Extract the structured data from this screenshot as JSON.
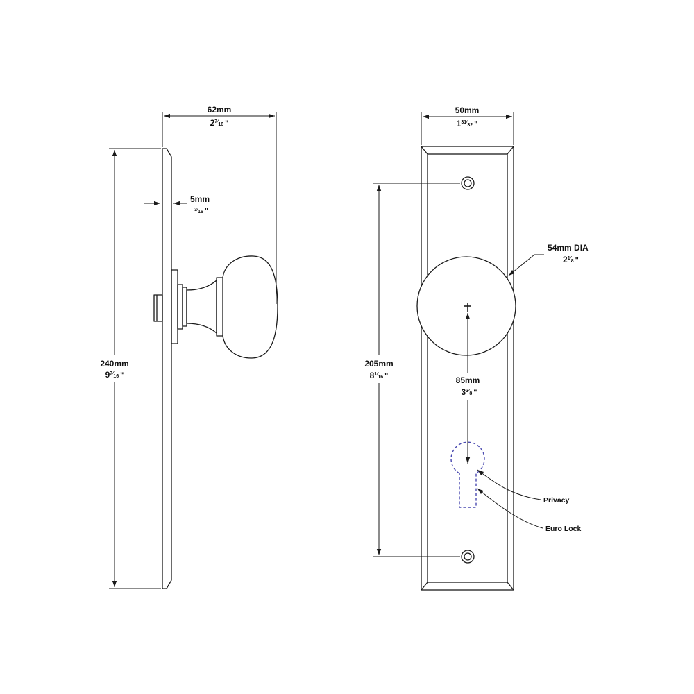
{
  "colors": {
    "line": "#1a1a1a",
    "dashed_outline": "#4a4ab0",
    "background": "#ffffff"
  },
  "side_view": {
    "width_dim": {
      "mm": "62mm",
      "inch_whole": "2",
      "inch_num": "7",
      "inch_den": "16",
      "inch_mark": "\""
    },
    "thickness_dim": {
      "mm": "5mm",
      "inch_num": "3",
      "inch_den": "16",
      "inch_mark": "\""
    },
    "height_dim": {
      "mm": "240mm",
      "inch_whole": "9",
      "inch_num": "7",
      "inch_den": "16",
      "inch_mark": "\""
    }
  },
  "front_view": {
    "width_dim": {
      "mm": "50mm",
      "inch_whole": "1",
      "inch_num": "31",
      "inch_den": "32",
      "inch_mark": "\""
    },
    "fixing_dim": {
      "mm": "205mm",
      "inch_whole": "8",
      "inch_num": "1",
      "inch_den": "16",
      "inch_mark": "\""
    },
    "knob_dim": {
      "mm": "54mm DIA",
      "inch_whole": "2",
      "inch_num": "1",
      "inch_den": "8",
      "inch_mark": "\""
    },
    "centre_dim": {
      "mm": "85mm",
      "inch_whole": "3",
      "inch_num": "3",
      "inch_den": "8",
      "inch_mark": "\""
    },
    "callouts": {
      "privacy": "Privacy",
      "euro_lock": "Euro Lock"
    }
  }
}
